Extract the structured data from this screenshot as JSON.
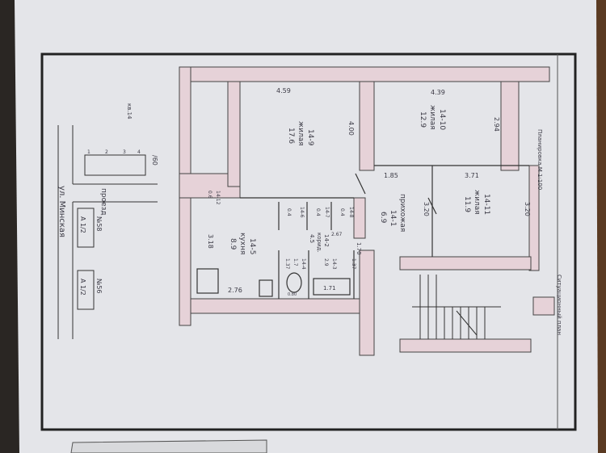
{
  "document": {
    "title": "Планировка М 1:100",
    "site_plan_title": "Ситуационный план"
  },
  "site_plan": {
    "street": "ул. Минская",
    "driveway": "проезд",
    "apartment": "кв.14",
    "building_number": "/60",
    "entrances": [
      "1",
      "2",
      "3",
      "4"
    ],
    "neighbors": [
      {
        "number": "№58",
        "label": "А 1/2"
      },
      {
        "number": "№56",
        "label": "А 1/2"
      }
    ]
  },
  "rooms": [
    {
      "id": "14-9",
      "type": "жилая",
      "area": "17.6",
      "dims": [
        "4.59",
        "4.00"
      ]
    },
    {
      "id": "14-10",
      "type": "жилая",
      "area": "12.9",
      "dims": [
        "4.39",
        "2.94"
      ]
    },
    {
      "id": "14-11",
      "type": "жилая",
      "area": "11.9",
      "dims": [
        "3.71",
        "3.20"
      ]
    },
    {
      "id": "14-1",
      "type": "прихожая",
      "area": "6.9",
      "dims": [
        "1.85",
        "3.20"
      ]
    },
    {
      "id": "14-5",
      "type": "кухня",
      "area": "8.9",
      "dims": [
        "3.18",
        "2.76"
      ]
    },
    {
      "id": "14-2",
      "type": "корид.",
      "area": "4.5",
      "dims": [
        "2.67",
        "1.70"
      ]
    },
    {
      "id": "14-6",
      "type": "",
      "area": "0.4",
      "dims": []
    },
    {
      "id": "14-7",
      "type": "",
      "area": "0.4",
      "dims": []
    },
    {
      "id": "14-8",
      "type": "",
      "area": "0.4",
      "dims": []
    },
    {
      "id": "14-12",
      "type": "",
      "area": "0.6",
      "dims": []
    },
    {
      "id": "14-4",
      "type": "",
      "area": "1.7",
      "dims": [
        "1.37",
        "0.80"
      ]
    },
    {
      "id": "14-3",
      "type": "",
      "area": "2.9",
      "dims": [
        "1.37",
        "1.71"
      ]
    }
  ],
  "colors": {
    "paper": "#e4e5e9",
    "wall_fill": "#e6d2d8",
    "ink": "#3b3a45",
    "table": "#2a2623"
  }
}
